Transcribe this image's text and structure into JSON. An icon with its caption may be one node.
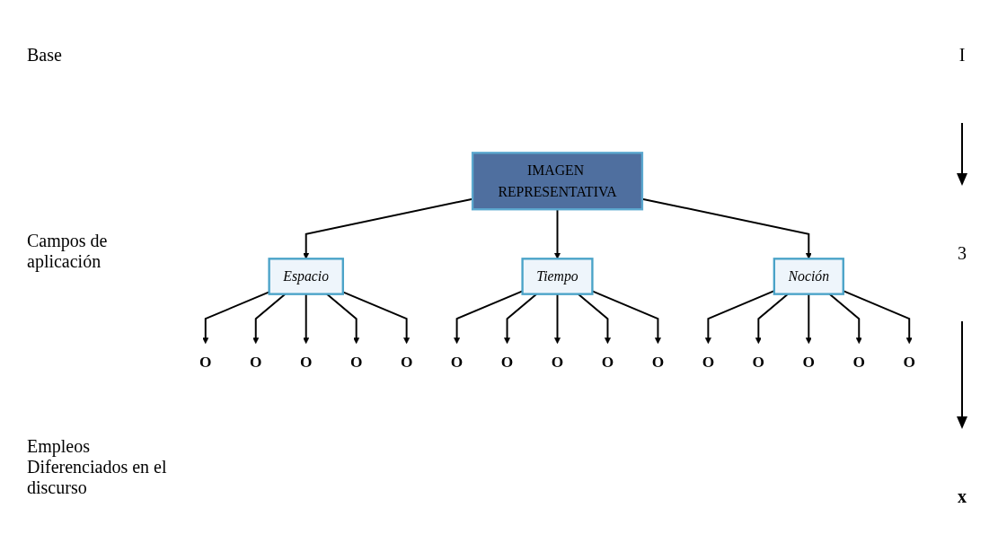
{
  "diagram": {
    "nodes": [
      {
        "text": [
          "IMAGEN REPRESENTATIVA"
        ]
      },
      {
        "text": [
          "Espacio"
        ]
      },
      {
        "text": [
          "Tiempo"
        ]
      },
      {
        "text": [
          "Noción"
        ]
      },
      {
        "text": [
          "O"
        ]
      },
      {
        "text": [
          "O"
        ]
      },
      {
        "text": [
          "O"
        ]
      },
      {
        "text": [
          "O"
        ]
      },
      {
        "text": [
          "O"
        ]
      },
      {
        "text": [
          "O"
        ]
      },
      {
        "text": [
          "O"
        ]
      },
      {
        "text": [
          "O"
        ]
      },
      {
        "text": [
          "O"
        ]
      },
      {
        "text": [
          "O"
        ]
      },
      {
        "text": [
          "O"
        ]
      },
      {
        "text": [
          "O"
        ]
      },
      {
        "text": [
          "O"
        ]
      },
      {
        "text": [
          "O"
        ]
      },
      {
        "text": [
          "O"
        ]
      }
    ],
    "edges": [
      {
        "from": 0,
        "to": 1,
        "arrow": "to"
      },
      {
        "from": 0,
        "to": 2,
        "arrow": "to"
      },
      {
        "from": 0,
        "to": 3,
        "arrow": "to"
      },
      {
        "from": 1,
        "to": 4,
        "arrow": "to"
      },
      {
        "from": 1,
        "to": 5,
        "arrow": "to"
      },
      {
        "from": 1,
        "to": 6,
        "arrow": "to"
      },
      {
        "from": 1,
        "to": 7,
        "arrow": "to"
      },
      {
        "from": 1,
        "to": 8,
        "arrow": "to"
      },
      {
        "from": 2,
        "to": 9,
        "arrow": "to"
      },
      {
        "from": 2,
        "to": 10,
        "arrow": "to"
      },
      {
        "from": 2,
        "to": 11,
        "arrow": "to"
      },
      {
        "from": 2,
        "to": 12,
        "arrow": "to"
      },
      {
        "from": 2,
        "to": 13,
        "arrow": "to"
      },
      {
        "from": 3,
        "to": 14,
        "arrow": "to"
      },
      {
        "from": 3,
        "to": 15,
        "arrow": "to"
      },
      {
        "from": 3,
        "to": 16,
        "arrow": "to"
      },
      {
        "from": 3,
        "to": 17,
        "arrow": "to"
      },
      {
        "from": 3,
        "to": 18,
        "arrow": "to"
      }
    ],
    "labels": [
      "Base",
      "I",
      "Campos de aplicación",
      "3",
      "Empleos Diferenciados en el discurso",
      "x"
    ]
  }
}
